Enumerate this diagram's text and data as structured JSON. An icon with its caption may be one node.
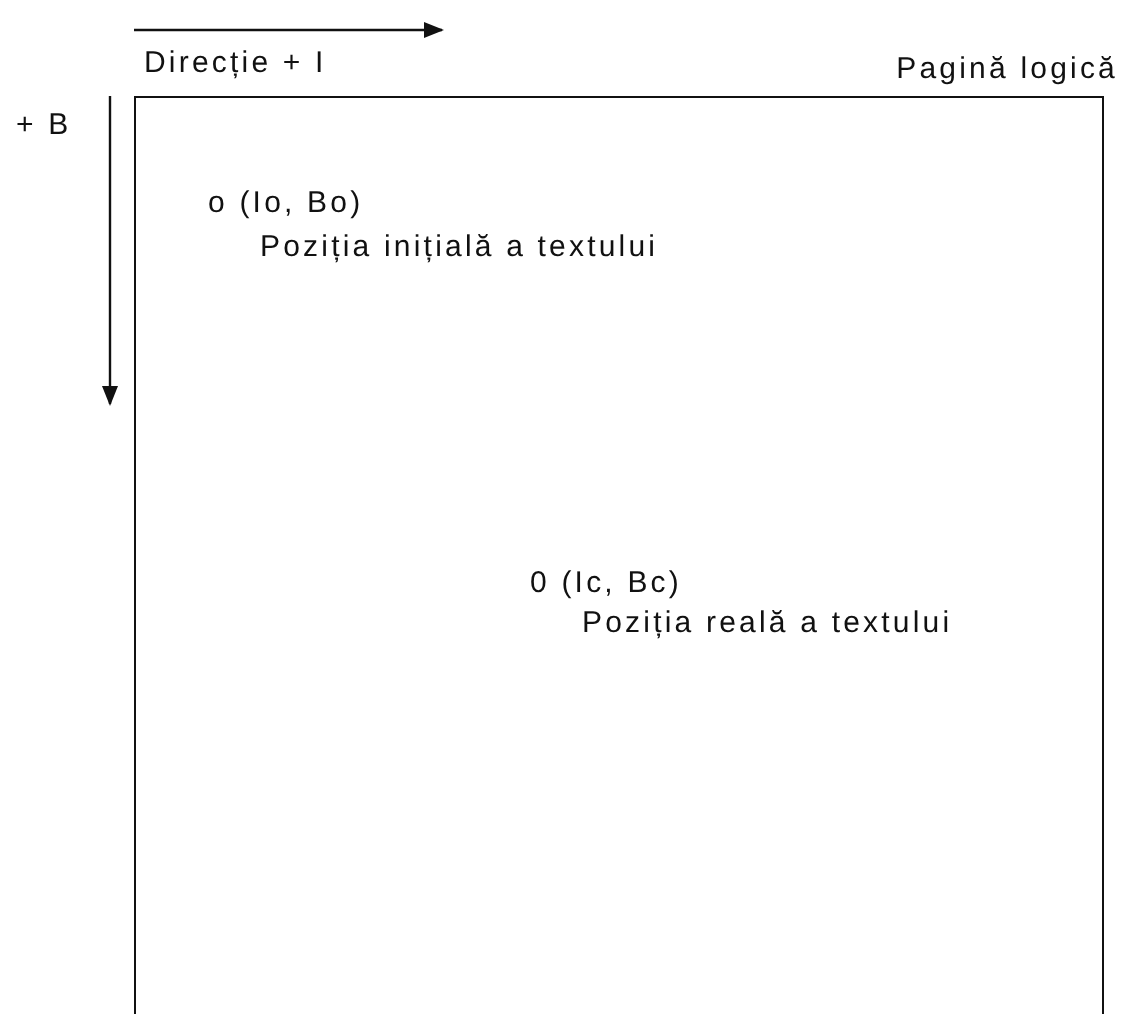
{
  "diagram": {
    "nodes": [
      {
        "text": [
          "Pagină logică"
        ]
      }
    ],
    "edges": [],
    "labels": [
      "Direcție + I",
      "+ B",
      "o (Io, Bo)",
      "Poziția inițială a textului",
      "0 (Ic, Bc)",
      "Poziția reală a textului"
    ]
  }
}
